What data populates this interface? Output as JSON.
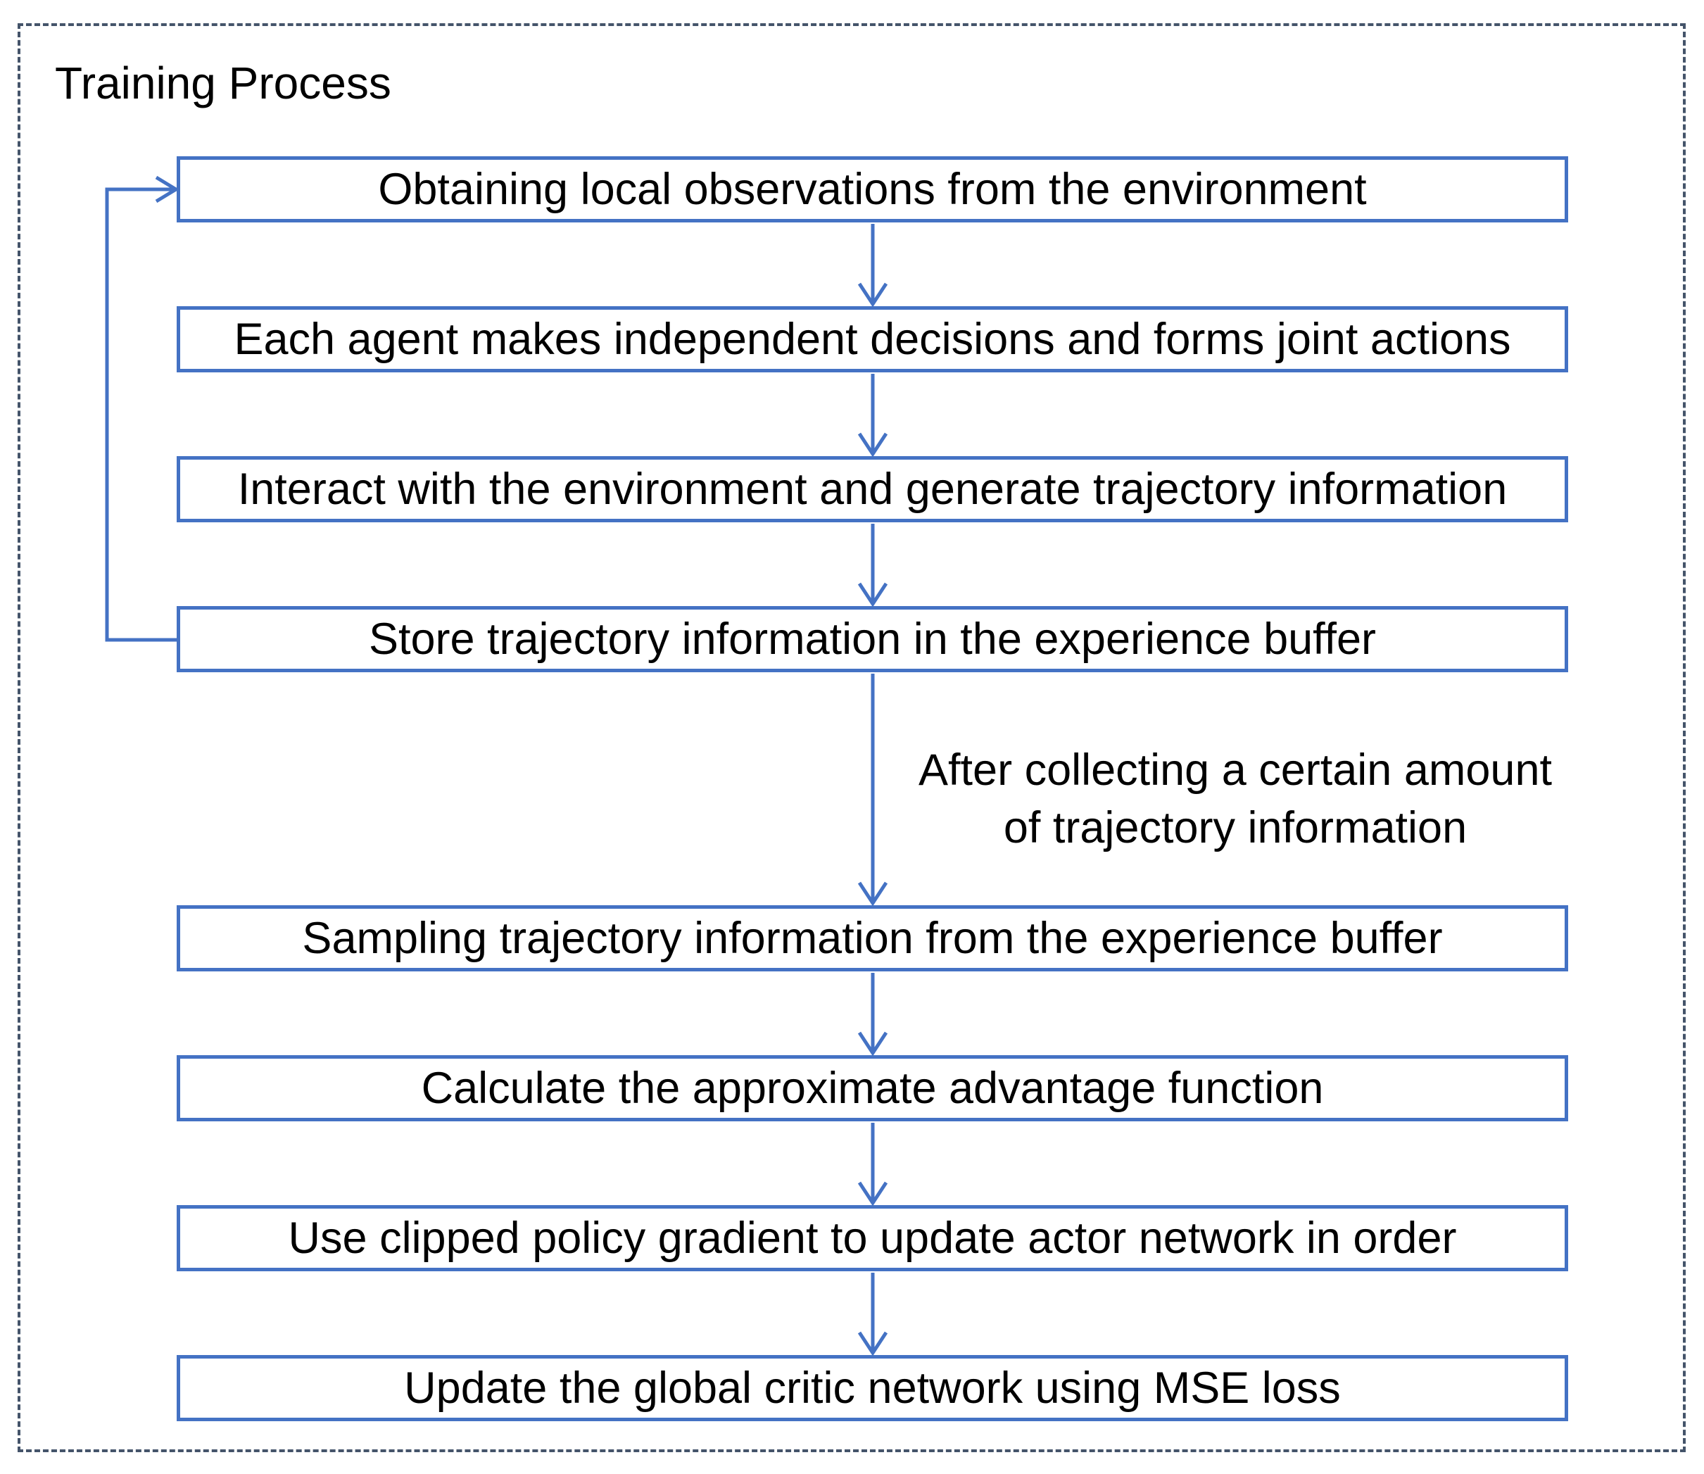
{
  "diagram": {
    "title": "Training Process",
    "steps": [
      "Obtaining local observations from the environment",
      "Each agent makes independent decisions and forms joint actions",
      "Interact with the environment and generate trajectory information",
      "Store trajectory information in the experience buffer",
      "Sampling trajectory information from the experience buffer",
      "Calculate the approximate advantage function",
      "Use clipped policy gradient to update actor network in order",
      "Update the global critic network using MSE loss"
    ],
    "annotation": {
      "line1": "After collecting a certain amount",
      "line2": "of trajectory information"
    },
    "colors": {
      "box_border": "#4472C4",
      "arrow": "#4472C4",
      "frame_border": "#44546A"
    }
  }
}
